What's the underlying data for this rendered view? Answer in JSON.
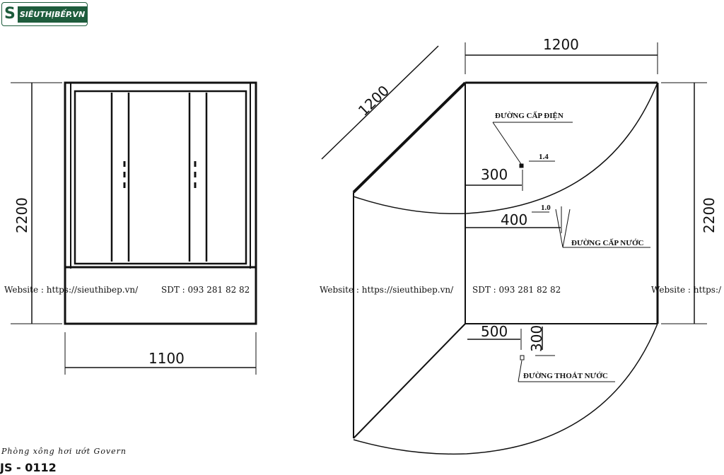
{
  "logo": {
    "text": "SIÊUTHỊBẾP.VN",
    "icon": "s-logo-icon",
    "color": "#1e5c3c"
  },
  "dimensions": {
    "front_height": "2200",
    "front_width": "1100",
    "plan_top": "1200",
    "plan_diagonal": "1200",
    "plan_height": "2200",
    "elec_offset": "300",
    "water_offset": "400",
    "drain_x": "500",
    "drain_y": "300",
    "elec_symbol": "1.4",
    "water_symbol": "1.0"
  },
  "labels": {
    "electric": "ĐƯỜNG CẤP ĐIỆN",
    "water": "ĐƯỜNG CẤP NƯỚC",
    "drain": "ĐƯỜNG THOÁT NƯỚC"
  },
  "watermark": {
    "website": "Website : https://sieuthibep.vn/",
    "phone": "SDT : 093 281 82 82",
    "partial": "Website : https:/"
  },
  "product": {
    "name": "Phòng xông hơi ướt Govern",
    "code": "JS - 0112"
  }
}
